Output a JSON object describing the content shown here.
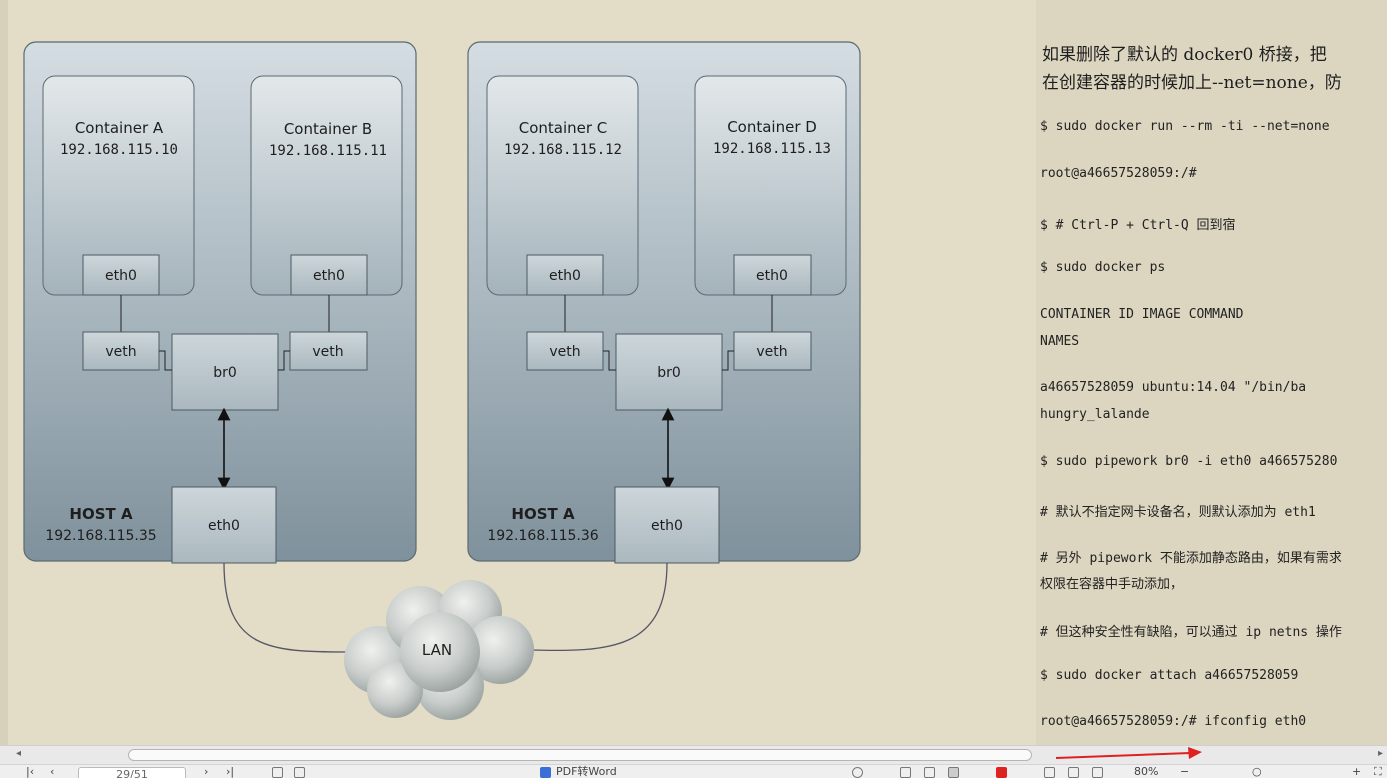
{
  "diagram": {
    "hosts": [
      {
        "label": "HOST  A",
        "ip": "192.168.115.35",
        "containers": [
          {
            "name": "Container  A",
            "ip": "192.168.115.10"
          },
          {
            "name": "Container  B",
            "ip": "192.168.115.11"
          }
        ]
      },
      {
        "label": "HOST  A",
        "ip": "192.168.115.36",
        "containers": [
          {
            "name": "Container  C",
            "ip": "192.168.115.12"
          },
          {
            "name": "Container  D",
            "ip": "192.168.115.13"
          }
        ]
      }
    ],
    "labels": {
      "eth0": "eth0",
      "veth": "veth",
      "br0": "br0"
    },
    "lan": "LAN"
  },
  "text_panel": {
    "para": [
      "如果删除了默认的 docker0 桥接，把",
      "在创建容器的时候加上--net=none，防"
    ],
    "lines": [
      "$ sudo docker run --rm -ti --net=none",
      "root@a46657528059:/#",
      "$               # Ctrl-P + Ctrl-Q 回到宿",
      "$ sudo docker  ps",
      "CONTAINER ID   IMAGE         COMMAND",
      "NAMES",
      "a46657528059   ubuntu:14.04   \"/bin/ba",
      "hungry_lalande",
      "$ sudo pipework br0 -i eth0 a466575280",
      "# 默认不指定网卡设备名，则默认添加为 eth1",
      "# 另外 pipework 不能添加静态路由，如果有需求",
      "权限在容器中手动添加，",
      "# 但这种安全性有缺陷，可以通过 ip netns 操作",
      "$ sudo docker attach a46657528059",
      "root@a46657528059:/# ifconfig eth0"
    ]
  },
  "statusbar": {
    "page_current": "29",
    "page_total": "51",
    "center_label": "PDF转Word",
    "zoom": "80%"
  }
}
